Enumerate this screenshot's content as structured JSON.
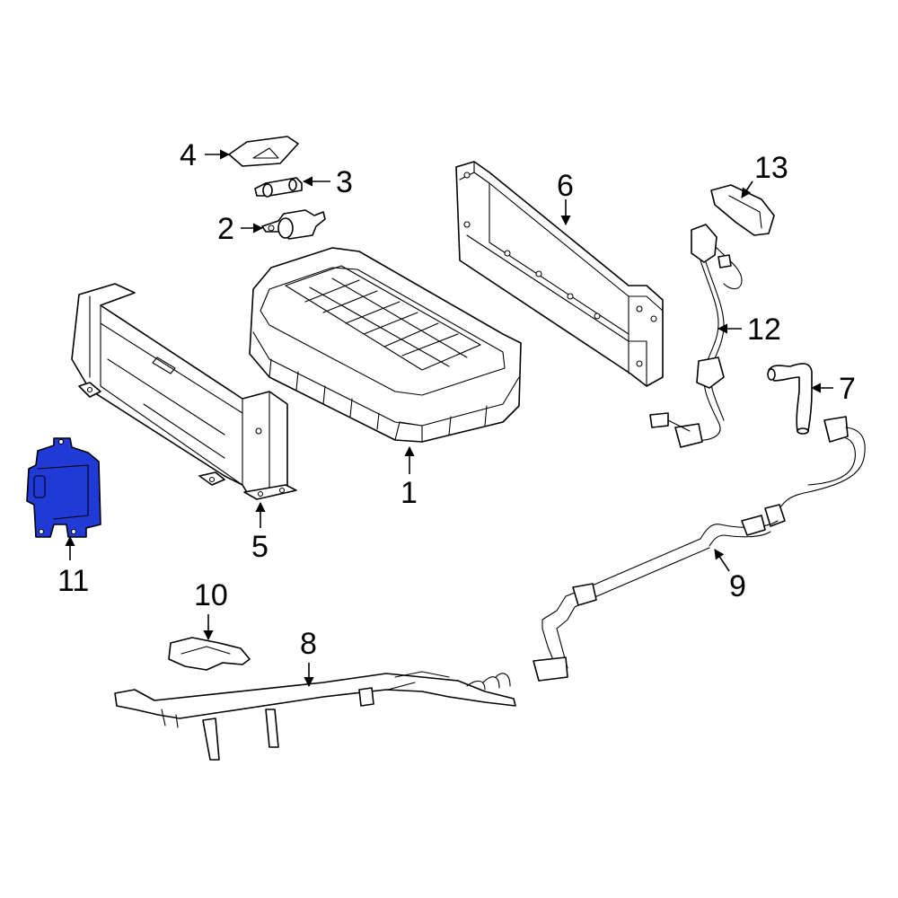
{
  "highlight_color": "#1f3ad6",
  "highlighted_part": "11",
  "callouts": [
    {
      "id": "1",
      "label": "1"
    },
    {
      "id": "2",
      "label": "2"
    },
    {
      "id": "3",
      "label": "3"
    },
    {
      "id": "4",
      "label": "4"
    },
    {
      "id": "5",
      "label": "5"
    },
    {
      "id": "6",
      "label": "6"
    },
    {
      "id": "7",
      "label": "7"
    },
    {
      "id": "8",
      "label": "8"
    },
    {
      "id": "9",
      "label": "9"
    },
    {
      "id": "10",
      "label": "10"
    },
    {
      "id": "11",
      "label": "11"
    },
    {
      "id": "12",
      "label": "12"
    },
    {
      "id": "13",
      "label": "13"
    }
  ]
}
